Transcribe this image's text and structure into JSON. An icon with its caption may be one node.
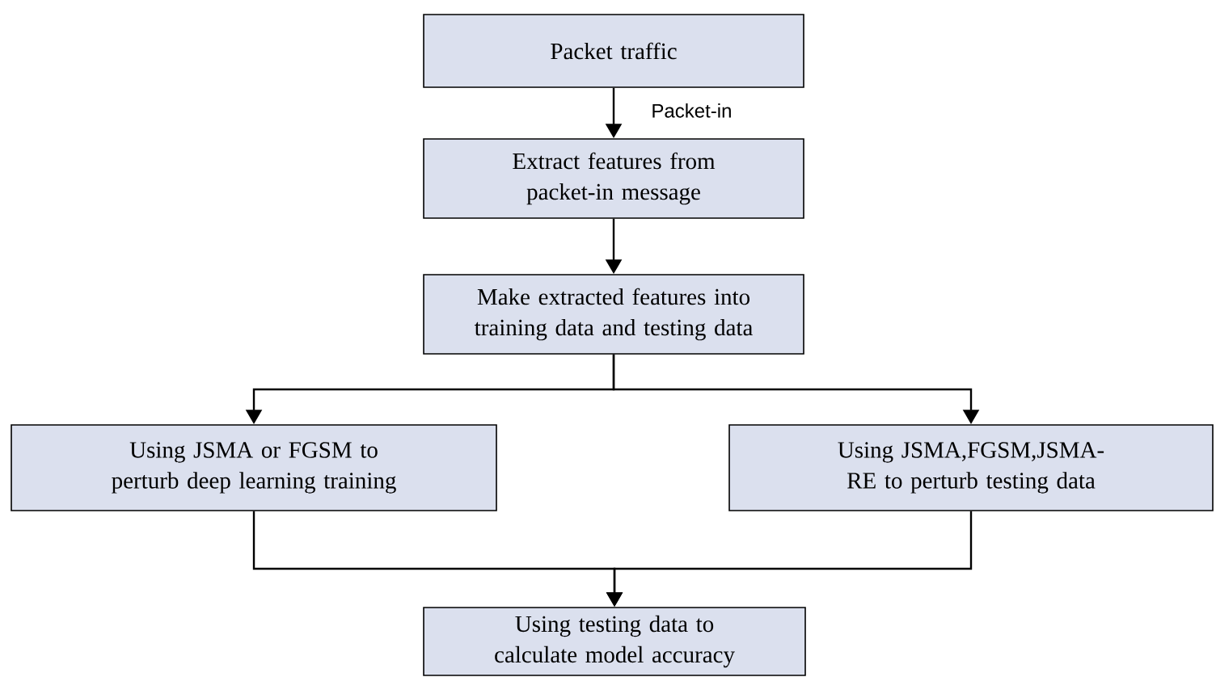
{
  "diagram": {
    "nodes": [
      {
        "text": [
          "Packet traffic"
        ]
      },
      {
        "text": [
          "Extract features from packet-in message"
        ]
      },
      {
        "text": [
          "Make extracted features into training data and testing data"
        ]
      },
      {
        "text": [
          "Using JSMA or FGSM to perturb deep learning training"
        ]
      },
      {
        "text": [
          "Using  JSMA,FGSM,JSMA-RE to perturb testing data"
        ]
      },
      {
        "text": [
          "Using testing data to calculate model accuracy"
        ]
      }
    ],
    "edges": [
      {
        "from": 0,
        "to": 1,
        "arrow": "to",
        "label": "Packet-in"
      },
      {
        "from": 1,
        "to": 2,
        "arrow": "to"
      },
      {
        "from": 2,
        "to": 3,
        "arrow": "to"
      },
      {
        "from": 2,
        "to": 4,
        "arrow": "to"
      },
      {
        "from": 3,
        "to": 5,
        "arrow": "to"
      },
      {
        "from": 4,
        "to": 5,
        "arrow": "to"
      }
    ]
  }
}
